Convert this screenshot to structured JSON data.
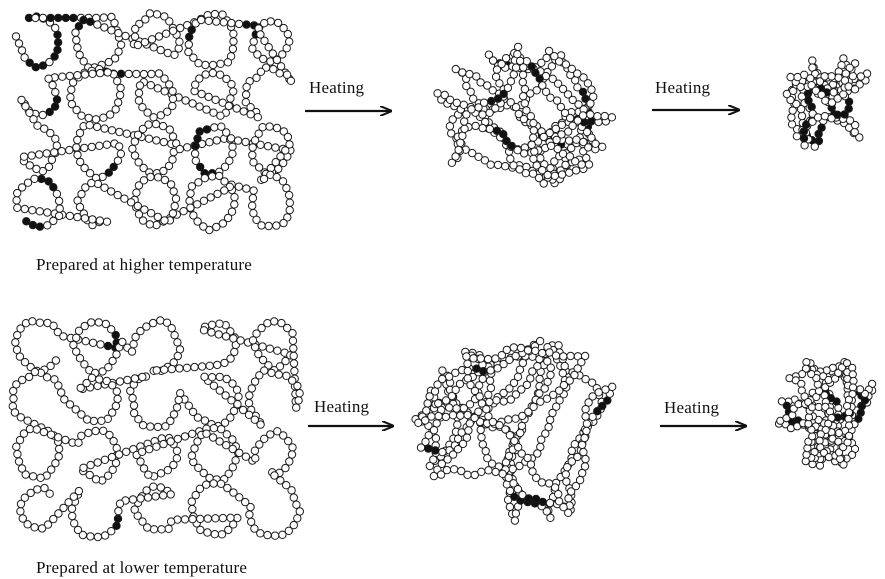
{
  "labels": {
    "heating": "Heating",
    "caption_high": "Prepared at higher temperature",
    "caption_low": "Prepared at lower temperature"
  },
  "colors": {
    "bead_fill": "#ffffff",
    "bead_stroke": "#1a1a1a",
    "bead_marked": "#111111",
    "arrow": "#111111"
  },
  "rows": [
    {
      "name": "higher-temperature",
      "stages": [
        "extended-coil",
        "partially-collapsed",
        "compact-globule"
      ]
    },
    {
      "name": "lower-temperature",
      "stages": [
        "extended-coil",
        "partially-collapsed",
        "compact-globule"
      ]
    }
  ]
}
